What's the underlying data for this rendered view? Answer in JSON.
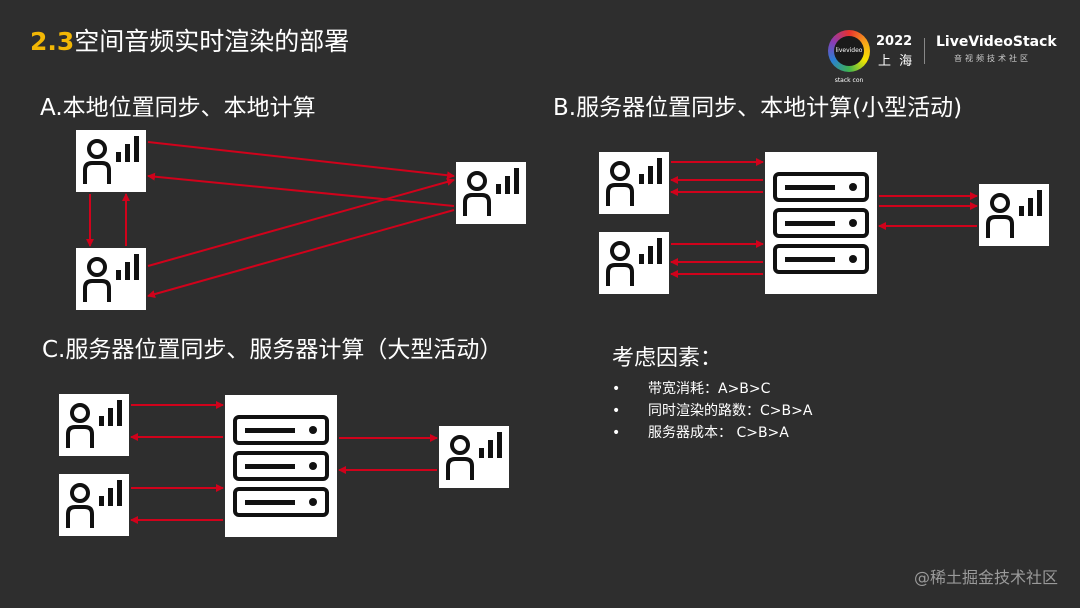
{
  "slide": {
    "title_number": "2.3",
    "title_text": "空间音频实时渲染的部署"
  },
  "logo": {
    "badge_text": "livevideo stack con",
    "year": "2022",
    "city": "上 海",
    "brand": "LiveVideoStack",
    "brand_sub": "音视频技术社区"
  },
  "sections": {
    "a_label": "A.本地位置同步、本地计算",
    "b_label": "B.服务器位置同步、本地计算(小型活动)",
    "c_label": "C.服务器位置同步、服务器计算（大型活动）"
  },
  "considerations": {
    "heading": "考虑因素：",
    "items": [
      {
        "bullet": "•",
        "text": "带宽消耗：A>B>C"
      },
      {
        "bullet": "•",
        "text": "同时渲染的路数：C>B>A"
      },
      {
        "bullet": "•",
        "text": "服务器成本： C>B>A"
      }
    ]
  },
  "icons": {
    "user": "user-signal-icon",
    "server": "server-icon"
  },
  "colors": {
    "background": "#2e2e2e",
    "accent_yellow": "#f2b705",
    "arrow_red": "#d0021b",
    "icon_box": "#ffffff"
  },
  "watermark": "@稀土掘金技术社区"
}
